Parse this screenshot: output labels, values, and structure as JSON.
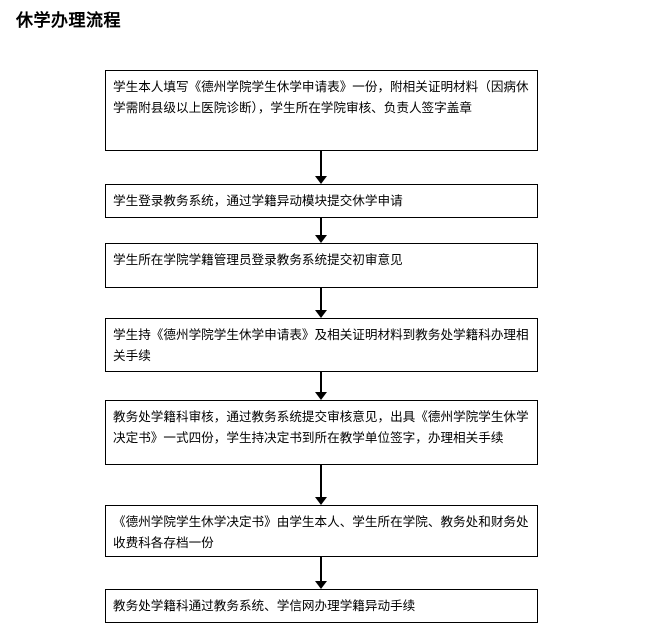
{
  "title": "休学办理流程",
  "flowchart": {
    "type": "flowchart",
    "orientation": "vertical",
    "connector_style": "arrow-down",
    "box_border_color": "#000000",
    "background_color": "#ffffff",
    "steps": [
      {
        "index": 1,
        "text": "学生本人填写《德州学院学生休学申请表》一份，附相关证明材料（因病休学需附县级以上医院诊断），学生所在学院审核、负责人签字盖章",
        "lines": 3
      },
      {
        "index": 2,
        "text": "学生登录教务系统，通过学籍异动模块提交休学申请",
        "lines": 1
      },
      {
        "index": 3,
        "text": "学生所在学院学籍管理员登录教务系统提交初审意见",
        "lines": 1
      },
      {
        "index": 4,
        "text": "学生持《德州学院学生休学申请表》及相关证明材料到教务处学籍科办理相关手续",
        "lines": 2
      },
      {
        "index": 5,
        "text": "教务处学籍科审核，通过教务系统提交审核意见，出具《德州学院学生休学决定书》一式四份，学生持决定书到所在教学单位签字，办理相关手续",
        "lines": 3
      },
      {
        "index": 6,
        "text": "《德州学院学生休学决定书》由学生本人、学生所在学院、教务处和财务处收费科各存档一份",
        "lines": 2
      },
      {
        "index": 7,
        "text": "教务处学籍科通过教务系统、学信网办理学籍异动手续",
        "lines": 1
      }
    ]
  }
}
